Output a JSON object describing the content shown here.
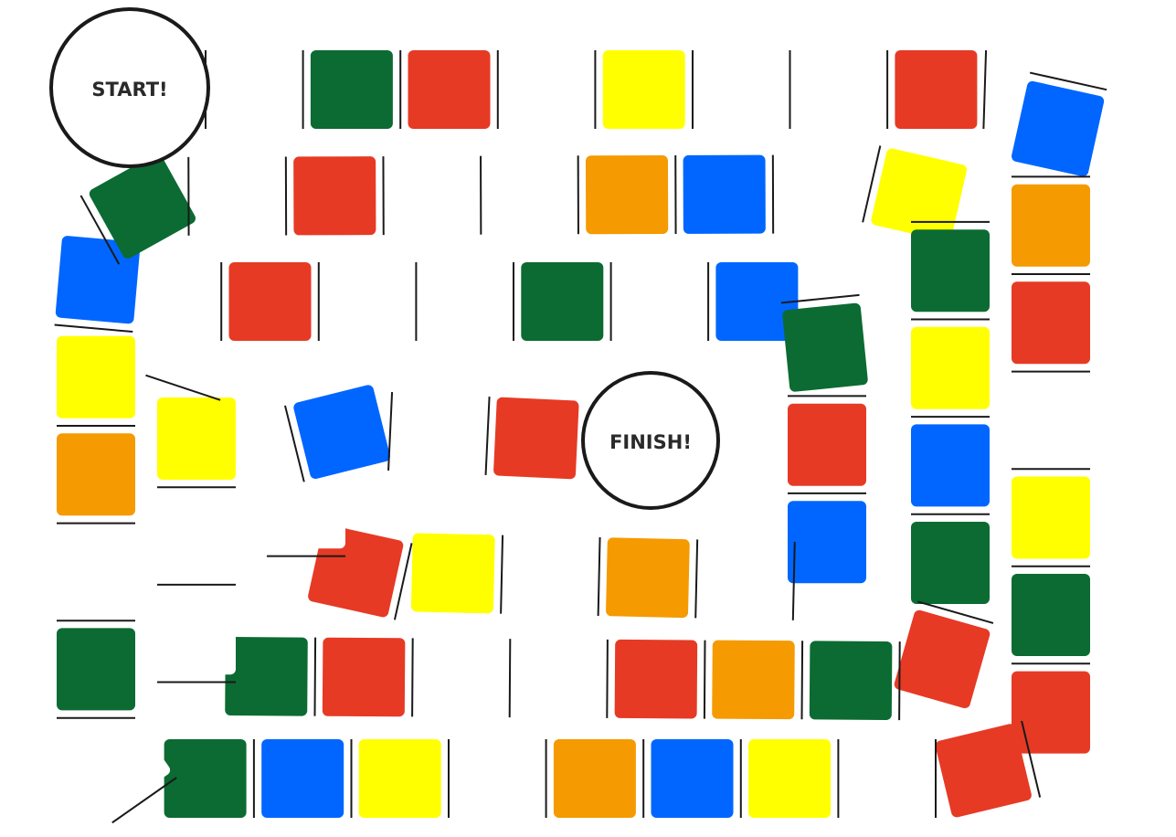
{
  "board": {
    "start": {
      "label": "START!"
    },
    "finish": {
      "label": "FINISH!"
    },
    "colors": {
      "white": "#ffffff",
      "red": "#e63a25",
      "green": "#0b6b32",
      "yellow": "#ffff00",
      "blue": "#0066ff",
      "orange": "#f59a00",
      "outline": "#1a1a1a"
    },
    "space_sequence": [
      "white",
      "green",
      "red",
      "white",
      "yellow",
      "white",
      "white",
      "red",
      "white",
      "blue",
      "orange",
      "red",
      "white",
      "yellow",
      "green",
      "red",
      "red",
      "white",
      "yellow",
      "blue",
      "orange",
      "white",
      "yellow",
      "blue",
      "green",
      "white",
      "green",
      "white",
      "orange",
      "yellow",
      "blue",
      "green",
      "white",
      "red",
      "white",
      "white",
      "orange",
      "blue",
      "white",
      "yellow",
      "green",
      "yellow",
      "blue",
      "green",
      "red",
      "green",
      "orange",
      "red",
      "white",
      "white",
      "red",
      "green",
      "white",
      "white",
      "yellow",
      "white",
      "red",
      "white",
      "white",
      "green",
      "white",
      "blue",
      "green",
      "red",
      "blue",
      "white",
      "orange",
      "white",
      "yellow",
      "red",
      "white",
      "blue",
      "white",
      "red"
    ]
  }
}
